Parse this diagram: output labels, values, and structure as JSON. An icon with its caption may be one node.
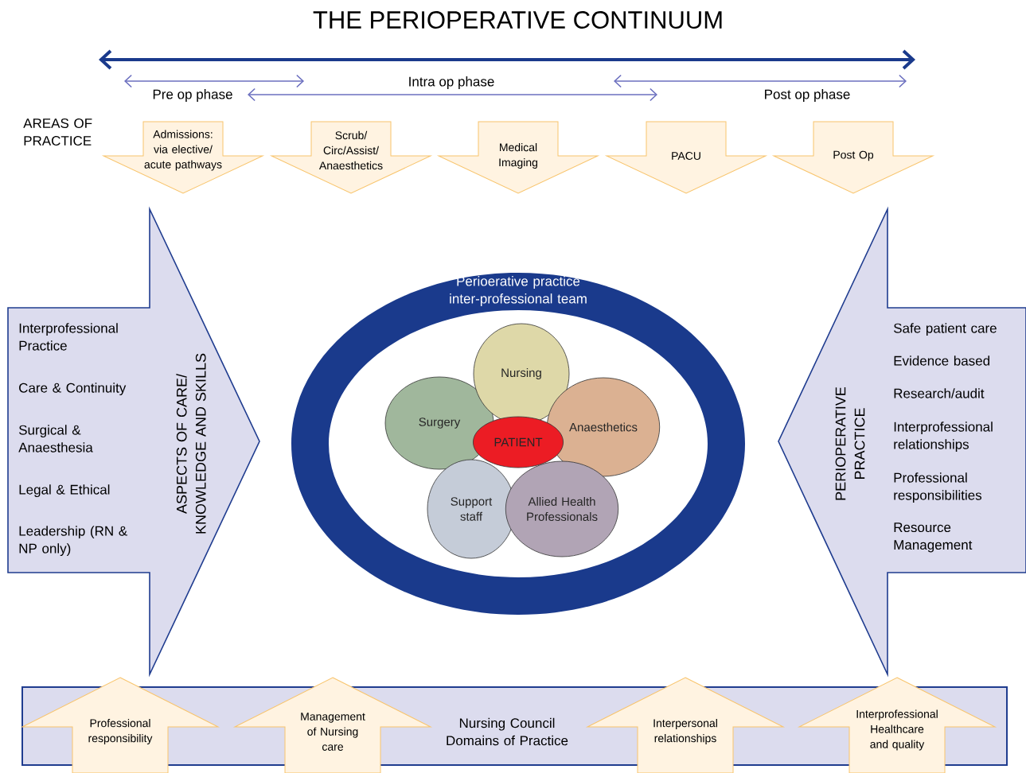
{
  "diagram": {
    "title": "THE PERIOPERATIVE CONTINUUM",
    "nodes": [
      {
        "text": [
          "ASPECTS OF CARE/ KNOWLEDGE AND SKILLS",
          "Interprofessional Practice",
          "Care & Continuity",
          "Surgical & Anaesthesia",
          "Legal & Ethical",
          "Leadership (RN & NP only)"
        ]
      },
      {
        "text": [
          "PERIOPERATIVE PRACTICE",
          "Safe patient care",
          "Evidence based",
          "Research/audit",
          "Interprofessional relationships",
          "Professional responsibilities",
          "Resource Management"
        ]
      },
      {
        "text": [
          "Perioerative practice inter-professional team"
        ]
      },
      {
        "text": [
          "Nursing"
        ],
        "in": 2
      },
      {
        "text": [
          "Surgery"
        ],
        "in": 2
      },
      {
        "text": [
          "Anaesthetics"
        ],
        "in": 2
      },
      {
        "text": [
          "PATIENT"
        ],
        "in": 2
      },
      {
        "text": [
          "Support staff"
        ],
        "in": 2
      },
      {
        "text": [
          "Allied Health Professionals"
        ],
        "in": 2
      },
      {
        "text": [
          "Admissions: via elective/ acute pathways"
        ]
      },
      {
        "text": [
          "Scrub/ Circ/Assist/ Anaesthetics"
        ]
      },
      {
        "text": [
          "Medical Imaging"
        ]
      },
      {
        "text": [
          "PACU"
        ]
      },
      {
        "text": [
          "Post Op"
        ]
      },
      {
        "text": [
          "Nursing Council Domains of Practice"
        ]
      },
      {
        "text": [
          "Professional responsibility"
        ]
      },
      {
        "text": [
          "Management of Nursing care"
        ]
      },
      {
        "text": [
          "Interpersonal relationships"
        ]
      },
      {
        "text": [
          "Interprofessional Healthcare and quality"
        ]
      }
    ],
    "labels": [
      "Intra op phase",
      "Pre op phase",
      "Post op phase",
      "AREAS OF PRACTICE"
    ]
  }
}
